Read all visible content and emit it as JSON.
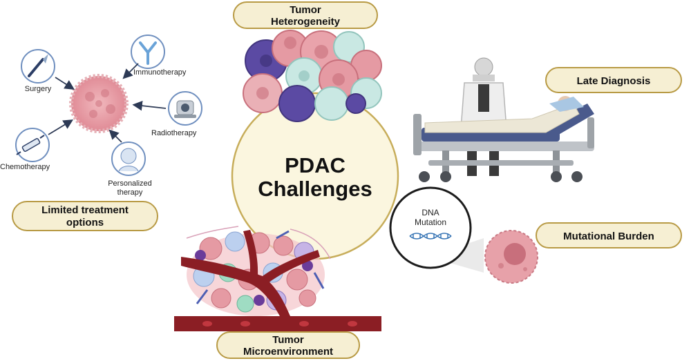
{
  "center": {
    "line1": "PDAC",
    "line2": "Challenges"
  },
  "challenges": {
    "heterogeneity": {
      "line1": "Tumor",
      "line2": "Heterogeneity"
    },
    "late_diagnosis": {
      "label": "Late Diagnosis"
    },
    "mutational_burden": {
      "label": "Mutational Burden"
    },
    "microenvironment": {
      "line1": "Tumor",
      "line2": "Microenvironment"
    },
    "limited_treatment": {
      "line1": "Limited treatment",
      "line2": "options"
    }
  },
  "treatments": {
    "surgery": "Surgery",
    "immunotherapy": "Immunotherapy",
    "radiotherapy": "Radiotherapy",
    "chemotherapy": "Chemotherapy",
    "personalized_line1": "Personalized",
    "personalized_line2": "therapy"
  },
  "dna": {
    "line1": "DNA",
    "line2": "Mutation"
  },
  "colors": {
    "pill_fill": "#f6efd3",
    "pill_stroke": "#b89a44",
    "center_fill": "#fbf6df",
    "center_stroke": "#c7ad5a",
    "tumor_pink": "#e59aa3",
    "tumor_purple": "#5b4aa3",
    "tumor_teal": "#c9e8e3",
    "vessel": "#8b1e24"
  }
}
